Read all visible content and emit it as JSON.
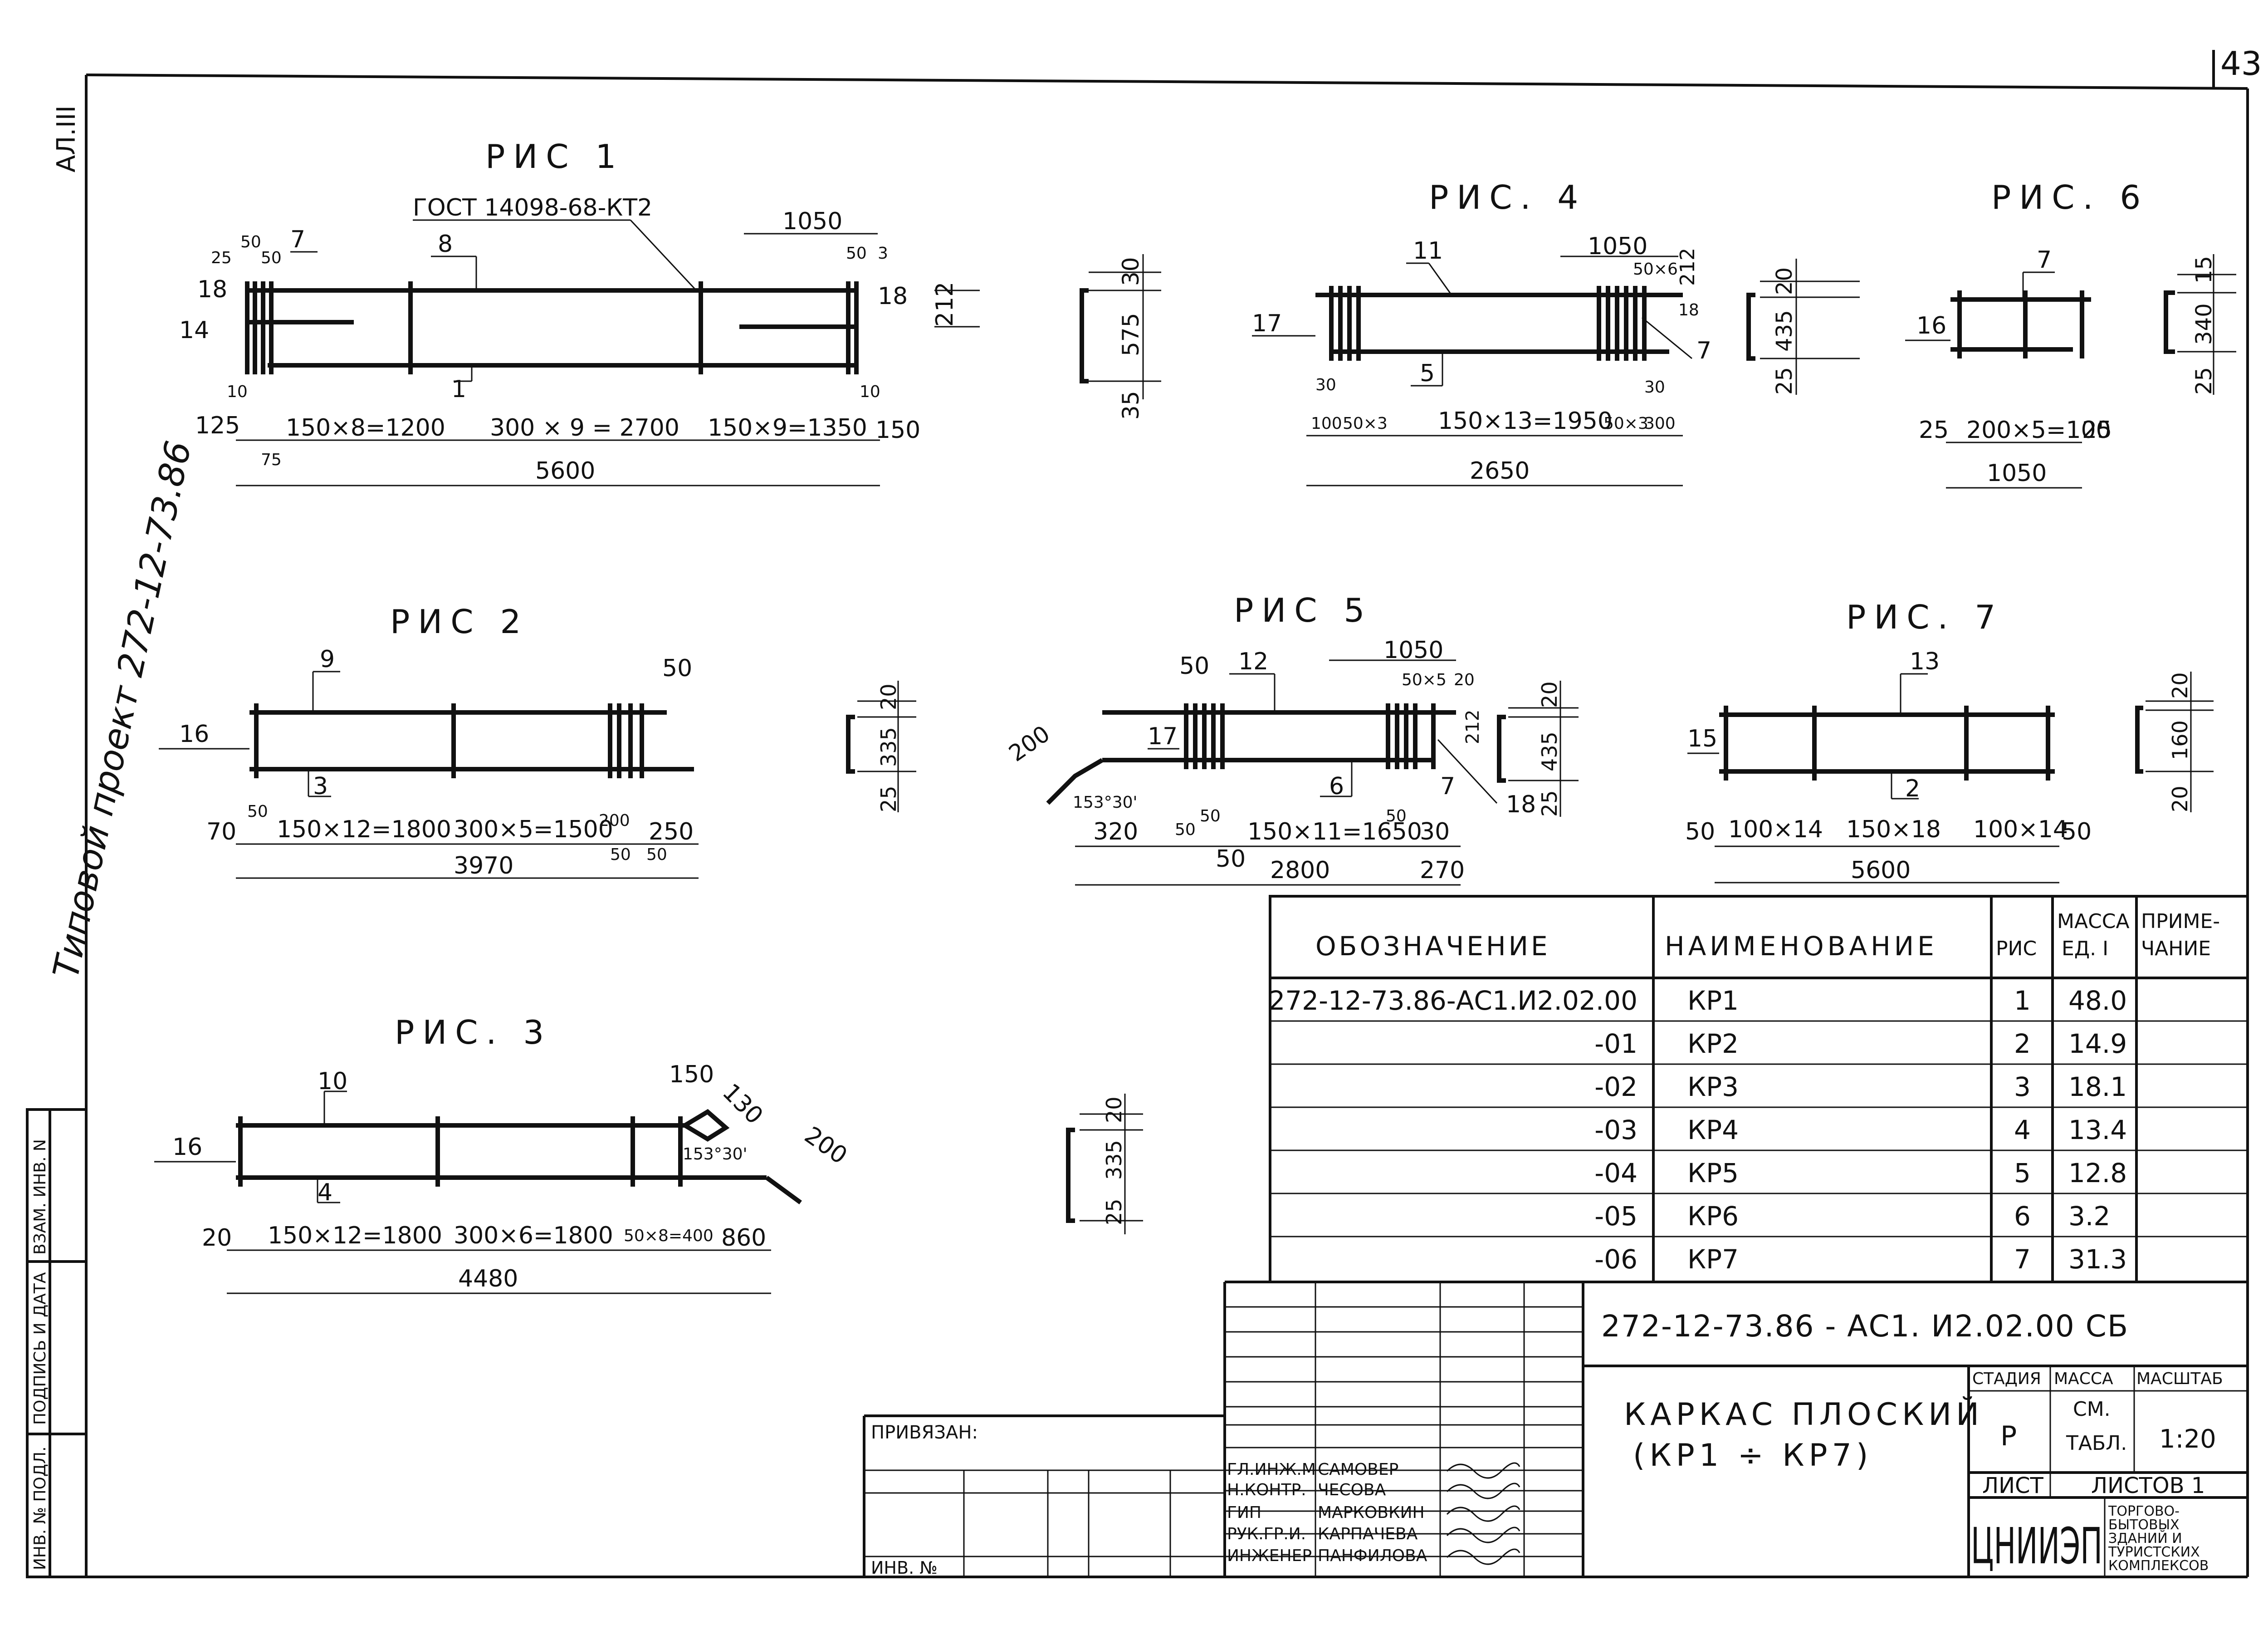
{
  "sheet": {
    "page_number": "43",
    "side_code": "АЛ.III",
    "vertical_project": "Типовой проект 272-12-73.86",
    "gost": "ГОСТ 14098-68-КТ2",
    "side_stamp": [
      "ИНВ. № ПОДЛ.",
      "ПОДПИСЬ И ДАТА",
      "ВЗАМ. ИНВ. N"
    ]
  },
  "figures": {
    "fig1": {
      "title": "РИС 1",
      "labels": [
        "8",
        "7",
        "1",
        "14",
        "18",
        "18",
        "25",
        "50",
        "50",
        "1050",
        "50",
        "3",
        "212",
        "10",
        "10",
        "125",
        "150",
        "75"
      ],
      "dims": [
        "150×8=1200",
        "300 × 9 = 2700",
        "150×9=1350",
        "5600"
      ]
    },
    "fig2": {
      "title": "РИС 2",
      "labels": [
        "9",
        "3",
        "16",
        "50",
        "70",
        "50",
        "200",
        "250",
        "50",
        "50"
      ],
      "dims": [
        "150×12=1800",
        "300×5=1500",
        "3970"
      ]
    },
    "fig3": {
      "title": "РИС. 3",
      "labels": [
        "10",
        "4",
        "16",
        "150",
        "130",
        "200",
        "153°30'",
        "20"
      ],
      "dims": [
        "150×12=1800",
        "300×6=1800",
        "50×8=400",
        "860",
        "4480"
      ]
    },
    "fig4": {
      "title": "РИС. 4",
      "labels": [
        "11",
        "17",
        "5",
        "7",
        "1050",
        "50×6",
        "212",
        "18",
        "30",
        "100",
        "50×3",
        "50×3",
        "300",
        "30"
      ],
      "dims": [
        "150×13=1950",
        "2650"
      ]
    },
    "fig5": {
      "title": "РИС 5",
      "labels": [
        "50",
        "12",
        "1050",
        "50×5",
        "20",
        "212",
        "17",
        "6",
        "7",
        "18",
        "200",
        "153°30'",
        "320",
        "50",
        "50",
        "50",
        "50",
        "30",
        "270"
      ],
      "dims": [
        "150×11=1650",
        "2800"
      ]
    },
    "fig6": {
      "title": "РИС. 6",
      "labels": [
        "7",
        "16",
        "25",
        "25"
      ],
      "dims": [
        "200×5=100",
        "1050"
      ]
    },
    "fig7": {
      "title": "РИС. 7",
      "labels": [
        "13",
        "15",
        "2",
        "50",
        "50"
      ],
      "dims": [
        "100×14",
        "150×18",
        "100×14",
        "5600"
      ]
    }
  },
  "sections": {
    "s1": [
      "30",
      "575",
      "35"
    ],
    "s4": [
      "20",
      "435",
      "25"
    ],
    "s6": [
      "15",
      "340",
      "25"
    ],
    "s2": [
      "20",
      "335",
      "25"
    ],
    "s5": [
      "20",
      "435",
      "25"
    ],
    "s7": [
      "20",
      "160",
      "20"
    ],
    "s3": [
      "20",
      "335",
      "25"
    ]
  },
  "spec_table": {
    "headers": [
      "ОБОЗНАЧЕНИЕ",
      "НАИМЕНОВАНИЕ",
      "РИС",
      "МАССА ЕД. I",
      "ПРИМЕ- ЧАНИЕ"
    ],
    "rows": [
      [
        "272-12-73.86-АС1.И2.02.00",
        "КР1",
        "1",
        "48.0",
        ""
      ],
      [
        "-01",
        "КР2",
        "2",
        "14.9",
        ""
      ],
      [
        "-02",
        "КР3",
        "3",
        "18.1",
        ""
      ],
      [
        "-03",
        "КР4",
        "4",
        "13.4",
        ""
      ],
      [
        "-04",
        "КР5",
        "5",
        "12.8",
        ""
      ],
      [
        "-05",
        "КР6",
        "6",
        "3.2",
        ""
      ],
      [
        "-06",
        "КР7",
        "7",
        "31.3",
        ""
      ]
    ]
  },
  "title_block": {
    "doc_code": "272-12-73.86 - АС1. И2.02.00 СБ",
    "title_line1": "КАРКАС ПЛОСКИЙ",
    "title_line2": "(КР1 ÷ КР7)",
    "stage_label": "СТАДИЯ",
    "mass_label": "МАССА",
    "scale_label": "МАСШТАБ",
    "stage": "Р",
    "mass_line1": "СМ.",
    "mass_line2": "ТАБЛ.",
    "scale": "1:20",
    "sheet_label": "ЛИСТ",
    "sheets_label": "ЛИСТОВ 1",
    "org": "ЦНИИЭП",
    "org_desc": [
      "ТОРГОВО-",
      "БЫТОВЫХ",
      "ЗДАНИЙ И",
      "ТУРИСТСКИХ",
      "КОМПЛЕКСОВ"
    ],
    "privyazan": "ПРИВЯЗАН:",
    "inv_no": "ИНВ. №",
    "staff": [
      {
        "role": "ГЛ.ИНЖ.М",
        "name": "САМОВЕР"
      },
      {
        "role": "Н.КОНТР.",
        "name": "ЧЕСОВА"
      },
      {
        "role": "ГИП",
        "name": "МАРКОВКИН"
      },
      {
        "role": "РУК.ГР.И.",
        "name": "КАРПАЧЕВА"
      },
      {
        "role": "ИНЖЕНЕР",
        "name": "ПАНФИЛОВА"
      }
    ]
  }
}
